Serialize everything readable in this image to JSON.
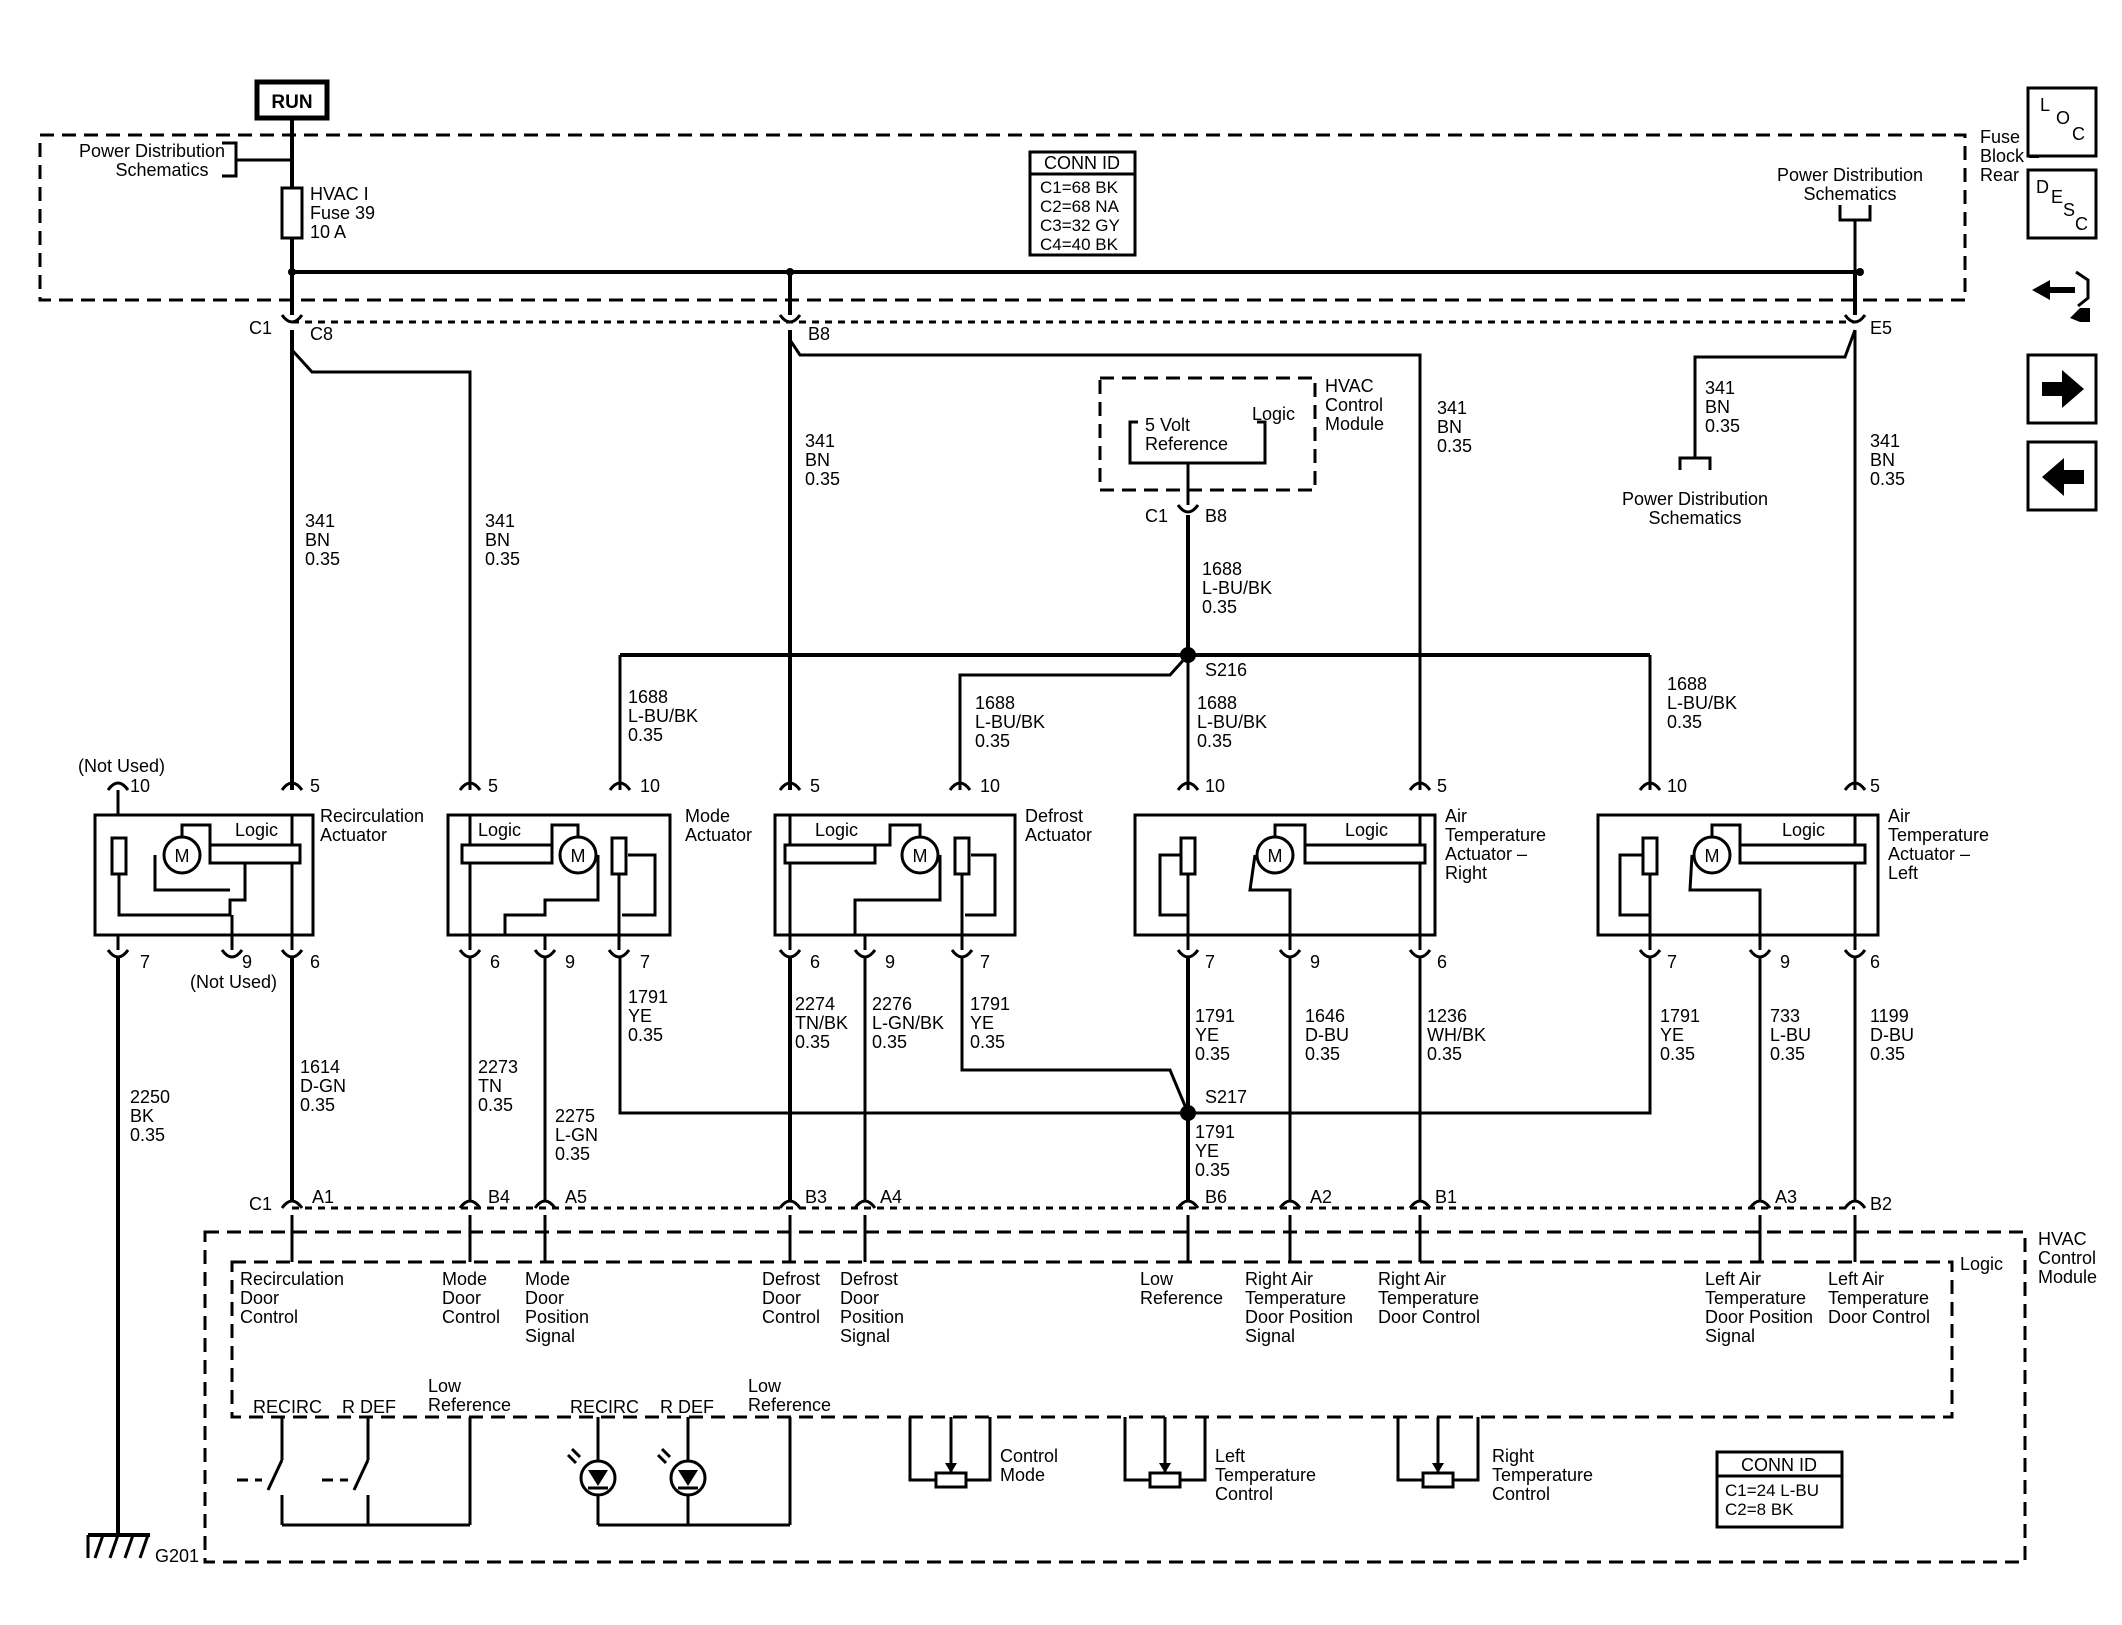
{
  "header": {
    "run": "RUN",
    "pds_left": [
      "Power Distribution",
      "Schematics"
    ],
    "fuse": [
      "HVAC I",
      "Fuse 39",
      "10 A"
    ],
    "fuse_block": [
      "Fuse",
      "Block –",
      "Rear"
    ],
    "pds_right": [
      "Power Distribution",
      "Schematics"
    ]
  },
  "conn_top": {
    "title": "CONN ID",
    "lines": [
      "C1=68 BK",
      "C2=68 NA",
      "C3=32 GY",
      "C4=40 BK"
    ]
  },
  "conn_bottom": {
    "title": "CONN ID",
    "lines": [
      "C1=24 L-BU",
      "C2=8 BK"
    ]
  },
  "fuse_pins": {
    "c1": "C1",
    "c8": "C8",
    "b8": "B8",
    "e5": "E5"
  },
  "module_top": {
    "title": [
      "HVAC",
      "Control",
      "Module"
    ],
    "logic": "Logic",
    "ref": [
      "5 Volt",
      "Reference"
    ],
    "pin_c1": "C1",
    "pin_b8": "B8"
  },
  "pds_mid": [
    "Power Distribution",
    "Schematics"
  ],
  "splices": {
    "s216": "S216",
    "s217": "S217"
  },
  "wires": {
    "bn": [
      "341",
      "BN",
      "0.35"
    ],
    "lbu_bk": [
      "1688",
      "L-BU/BK",
      "0.35"
    ],
    "ye": [
      "1791",
      "YE",
      "0.35"
    ],
    "w1614": [
      "1614",
      "D-GN",
      "0.35"
    ],
    "w2250": [
      "2250",
      "BK",
      "0.35"
    ],
    "w2273": [
      "2273",
      "TN",
      "0.35"
    ],
    "w2275": [
      "2275",
      "L-GN",
      "0.35"
    ],
    "w2274": [
      "2274",
      "TN/BK",
      "0.35"
    ],
    "w2276": [
      "2276",
      "L-GN/BK",
      "0.35"
    ],
    "w1646": [
      "1646",
      "D-BU",
      "0.35"
    ],
    "w1236": [
      "1236",
      "WH/BK",
      "0.35"
    ],
    "w733": [
      "733",
      "L-BU",
      "0.35"
    ],
    "w1199": [
      "1199",
      "D-BU",
      "0.35"
    ]
  },
  "actuators": {
    "recirc": {
      "name": [
        "Recirculation",
        "Actuator"
      ],
      "not_used_top": "(Not Used)",
      "not_used_bottom": "(Not Used)"
    },
    "mode": {
      "name": [
        "Mode",
        "Actuator"
      ]
    },
    "defrost": {
      "name": [
        "Defrost",
        "Actuator"
      ]
    },
    "air_right": {
      "name": [
        "Air",
        "Temperature",
        "Actuator –",
        "Right"
      ]
    },
    "air_left": {
      "name": [
        "Air",
        "Temperature",
        "Actuator –",
        "Left"
      ]
    },
    "logic": "Logic",
    "motor": "M"
  },
  "pins": {
    "p5": "5",
    "p6": "6",
    "p7": "7",
    "p9": "9",
    "p10": "10"
  },
  "module_pins": {
    "c1": "C1",
    "a1": "A1",
    "b4": "B4",
    "a5": "A5",
    "b3": "B3",
    "a4": "A4",
    "b6": "B6",
    "a2": "A2",
    "b1": "B1",
    "a3": "A3",
    "b2": "B2"
  },
  "module_bottom": {
    "title": [
      "HVAC",
      "Control",
      "Module"
    ],
    "logic": "Logic",
    "signals": {
      "recirc": [
        "Recirculation",
        "Door",
        "Control"
      ],
      "mode_ctrl": [
        "Mode",
        "Door",
        "Control"
      ],
      "mode_pos": [
        "Mode",
        "Door",
        "Position",
        "Signal"
      ],
      "def_ctrl": [
        "Defrost",
        "Door",
        "Control"
      ],
      "def_pos": [
        "Defrost",
        "Door",
        "Position",
        "Signal"
      ],
      "low_ref": [
        "Low",
        "Reference"
      ],
      "right_pos": [
        "Right Air",
        "Temperature",
        "Door Position",
        "Signal"
      ],
      "right_ctrl": [
        "Right Air",
        "Temperature",
        "Door Control"
      ],
      "left_pos": [
        "Left Air",
        "Temperature",
        "Door Position",
        "Signal"
      ],
      "left_ctrl": [
        "Left Air",
        "Temperature",
        "Door Control"
      ]
    },
    "switches": {
      "recirc": "RECIRC",
      "rdef": "R DEF",
      "low_ref": [
        "Low",
        "Reference"
      ]
    },
    "pots": {
      "control_mode": [
        "Control",
        "Mode"
      ],
      "left_temp": [
        "Left",
        "Temperature",
        "Control"
      ],
      "right_temp": [
        "Right",
        "Temperature",
        "Control"
      ]
    },
    "ground": "G201"
  },
  "nav": {
    "loc": [
      "L",
      "O",
      "C"
    ],
    "desc": [
      "D",
      "E",
      "S",
      "C"
    ]
  }
}
